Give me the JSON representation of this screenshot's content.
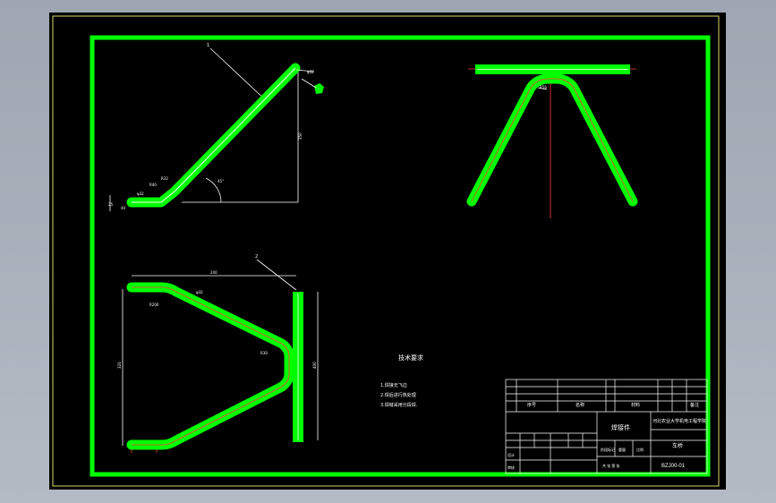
{
  "drawing": {
    "part_label_1": "1",
    "part_label_2": "2",
    "tech_requirements": {
      "title": "技术要求",
      "lines": [
        "1.焊接无飞边",
        "2.焊后进行热处理",
        "3.焊缝采用分段焊."
      ]
    }
  },
  "titleblock": {
    "part_name": "焊接件",
    "org": "河北农业大学 机电工程学院",
    "org_line1": "河北农业大学",
    "org_line2": "机电工程学院",
    "product": "车桥",
    "drawing_no": "BZJ00-01",
    "col_seq": "序号",
    "col_name": "名称",
    "col_material": "材料",
    "col_remark": "备注",
    "stage_label": "阶段标记",
    "weight_label": "重量",
    "scale_label": "比例",
    "sheet_label": "共 张 第 张",
    "design_label": "设计",
    "review_label": "审核"
  },
  "colors": {
    "frame": "#00ff00",
    "line": "#ffffff",
    "center": "#ff0000",
    "background": "#000000"
  }
}
